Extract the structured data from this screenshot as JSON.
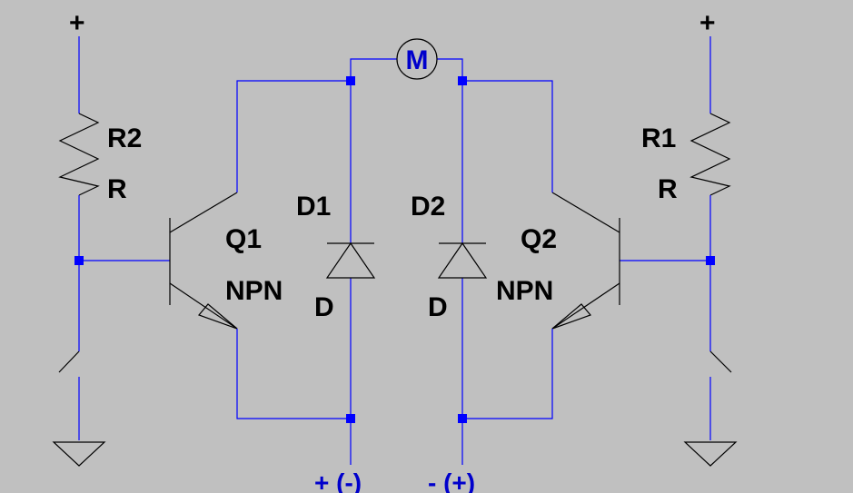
{
  "supply": {
    "left_plus": "+",
    "right_plus": "+"
  },
  "motor": {
    "label": "M"
  },
  "resistors": [
    {
      "ref": "R2",
      "value": "R"
    },
    {
      "ref": "R1",
      "value": "R"
    }
  ],
  "transistors": [
    {
      "ref": "Q1",
      "type": "NPN"
    },
    {
      "ref": "Q2",
      "type": "NPN"
    }
  ],
  "diodes": [
    {
      "ref": "D1",
      "type": "D"
    },
    {
      "ref": "D2",
      "type": "D"
    }
  ],
  "terminals": {
    "left": "+ (-)",
    "right": "- (+)"
  },
  "colors": {
    "wire": "#0000ff",
    "component": "#000000",
    "background": "#c0c0c0"
  }
}
